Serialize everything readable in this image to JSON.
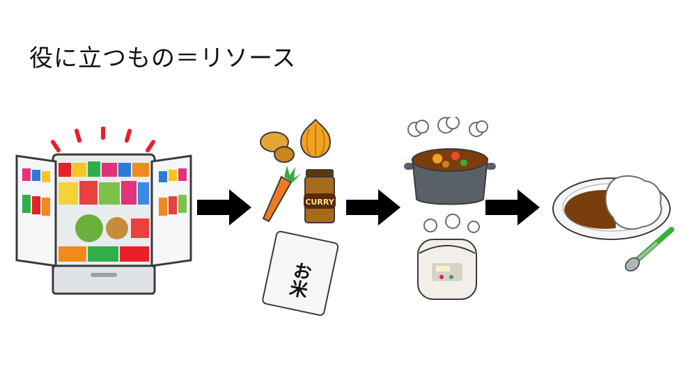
{
  "slide": {
    "title": "役に立つもの＝リソース"
  },
  "labels": {
    "curry_label": "CURRY",
    "rice_bag_label": "お米"
  },
  "colors": {
    "arrow": "#000000",
    "outline": "#3a3a3a",
    "fridge_body": "#e9ecef",
    "carrot": "#f07a22",
    "curry_jar": "#a86a1c",
    "pot": "#5a6068",
    "curry_roux": "#7a3e0e",
    "rice": "#ffffff",
    "spoon_handle": "#3cae3c",
    "alert_red": "#e8202a"
  },
  "flow": {
    "steps": [
      "fridge-icon",
      "ingredients-icon",
      "cooking-icon",
      "curry-rice-icon"
    ]
  }
}
